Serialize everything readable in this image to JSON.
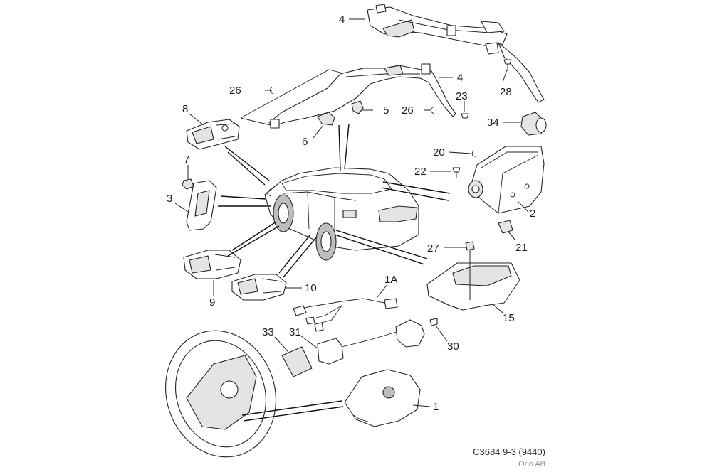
{
  "drawing": {
    "reference": "C3684 9-3 (9440)",
    "owner": "Orio AB"
  },
  "callouts": {
    "c1": "1",
    "c1a": "1A",
    "c2": "2",
    "c3": "3",
    "c4a": "4",
    "c4b": "4",
    "c5": "5",
    "c6": "6",
    "c7": "7",
    "c8": "8",
    "c9": "9",
    "c10": "10",
    "c15": "15",
    "c20": "20",
    "c21": "21",
    "c22": "22",
    "c23": "23",
    "c26a": "26",
    "c26b": "26",
    "c27": "27",
    "c28": "28",
    "c30": "30",
    "c31": "31",
    "c33": "33",
    "c34": "34"
  }
}
